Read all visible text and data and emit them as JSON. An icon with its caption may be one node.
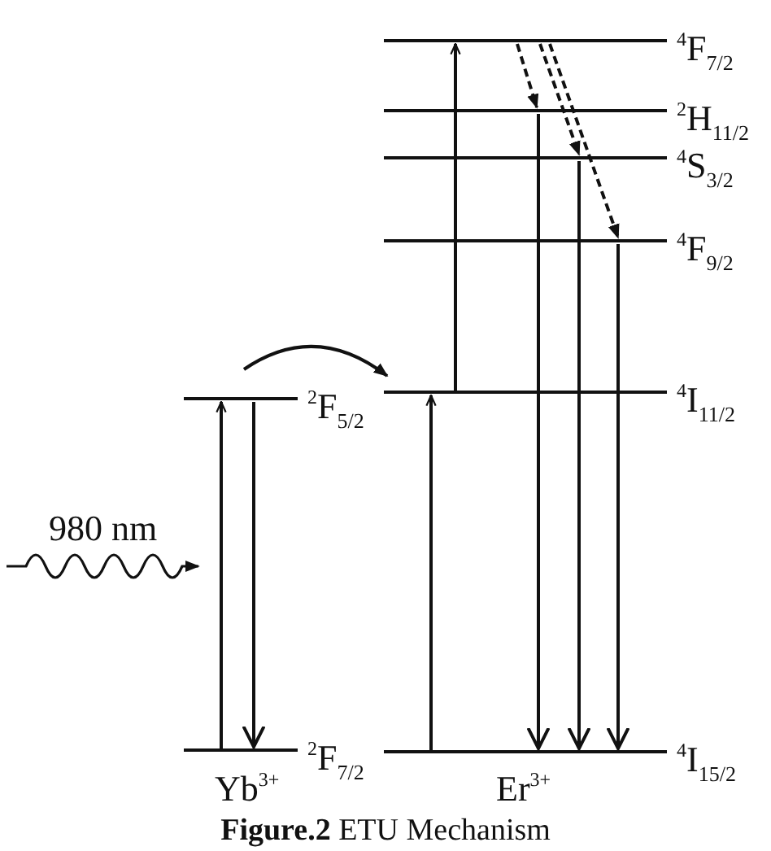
{
  "diagram": {
    "caption": "**Figure.2** ETU Mechanism",
    "nodes": [
      {
        "text": [
          "$^{4}$F$_{7/2}$"
        ]
      },
      {
        "text": [
          "$^{2}$H$_{11/2}$"
        ]
      },
      {
        "text": [
          "$^{4}$S$_{3/2}$"
        ]
      },
      {
        "text": [
          "$^{4}$F$_{9/2}$"
        ]
      },
      {
        "text": [
          "$^{2}$F$_{5/2}$"
        ]
      },
      {
        "text": [
          "$^{4}$I$_{11/2}$"
        ]
      },
      {
        "text": [
          "$^{2}$F$_{7/2}$"
        ],
        "beside": [
          "Yb$^{3+}$"
        ]
      },
      {
        "text": [
          "$^{4}$I$_{15/2}$"
        ],
        "beside": [
          "Er$^{3+}$"
        ]
      }
    ],
    "edges": [
      {
        "from": 6,
        "to": 4,
        "arrow": "to"
      },
      {
        "from": 4,
        "to": 6,
        "arrow": "to"
      },
      {
        "from": 4,
        "to": 5,
        "arrow": "to"
      },
      {
        "from": 7,
        "to": 5,
        "arrow": "to"
      },
      {
        "from": 5,
        "to": 0,
        "arrow": "to"
      },
      {
        "from": 0,
        "to": 1,
        "arrow": "to",
        "style": "dashed"
      },
      {
        "from": 0,
        "to": 2,
        "arrow": "to",
        "style": "dashed"
      },
      {
        "from": 0,
        "to": 3,
        "arrow": "to",
        "style": "dashed"
      },
      {
        "from": 1,
        "to": 7,
        "arrow": "to"
      },
      {
        "from": 2,
        "to": 7,
        "arrow": "to"
      },
      {
        "from": 3,
        "to": 7,
        "arrow": "to"
      }
    ],
    "labels": [
      "980 nm"
    ]
  }
}
